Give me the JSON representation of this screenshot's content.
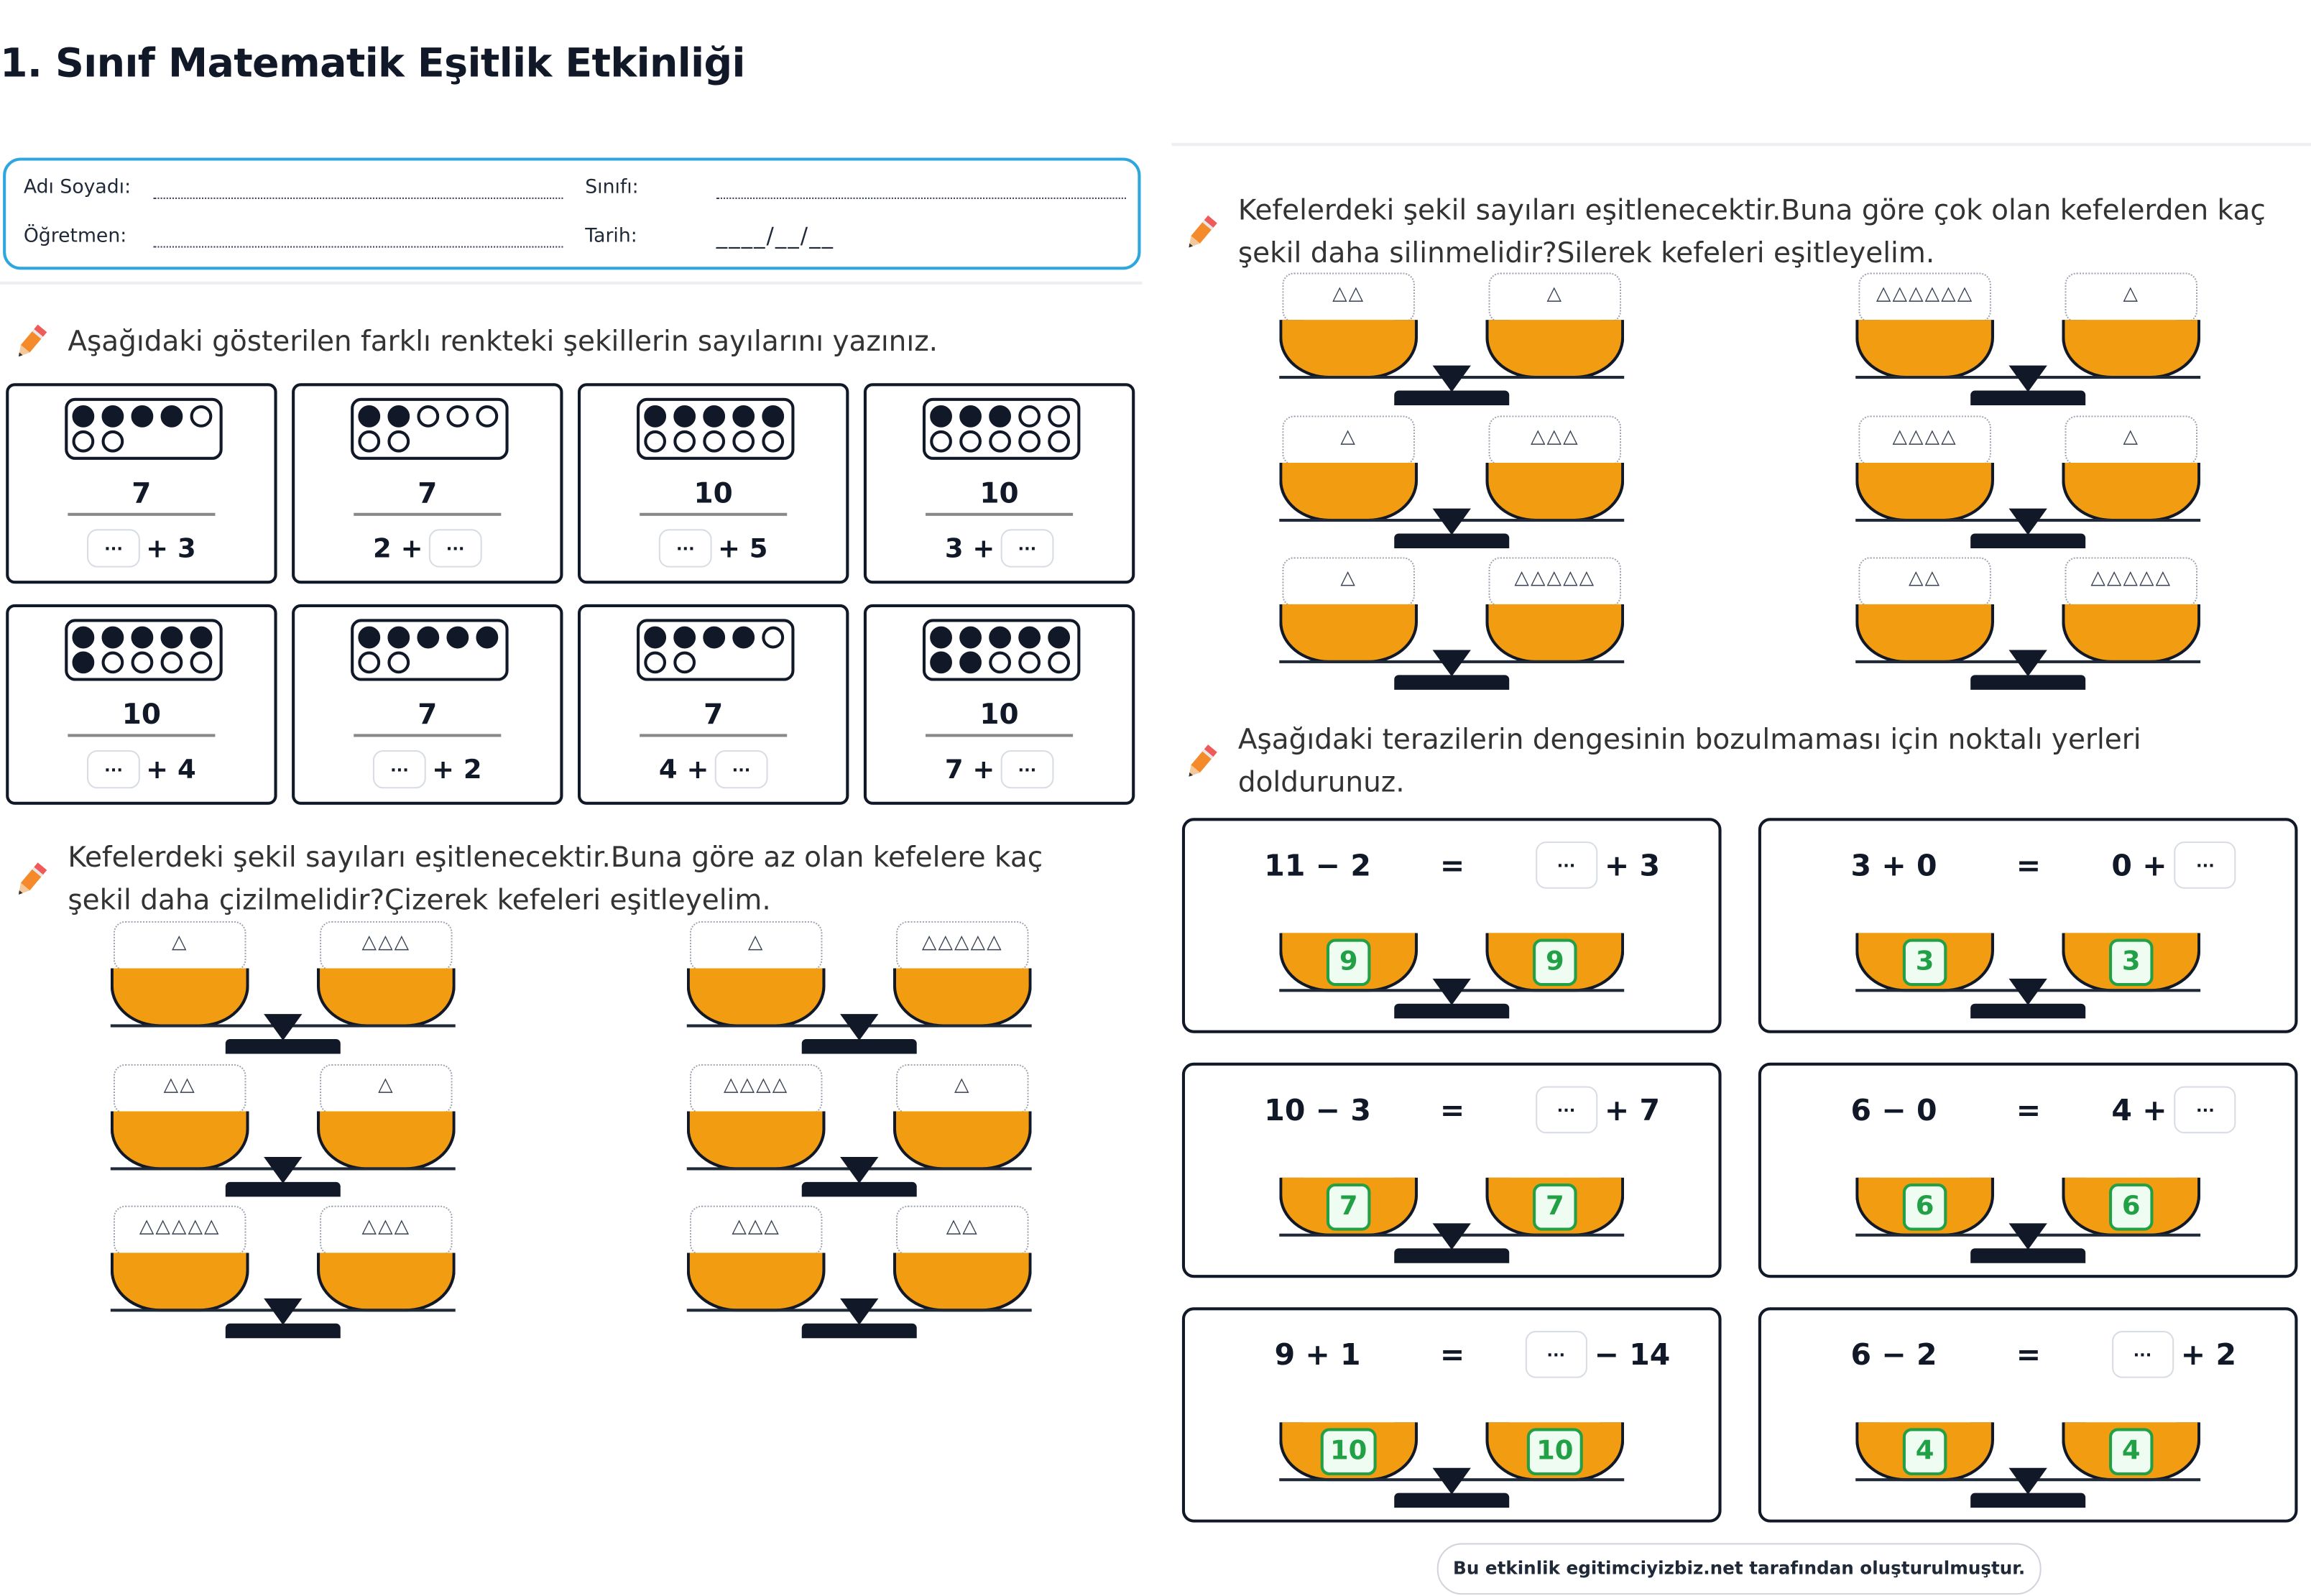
{
  "title": "1. Sınıf Matematik Eşitlik Etkinliği",
  "info": {
    "name_label": "Adı Soyadı:",
    "class_label": "Sınıfı:",
    "teacher_label": "Öğretmen:",
    "date_label": "Tarih:",
    "date_value": "____/__/__"
  },
  "blank_symbol": "···",
  "section1": {
    "heading": "Aşağıdaki gösterilen farklı renkteki şekillerin sayılarını yazınız.",
    "cards": [
      {
        "total": 7,
        "filled": 4,
        "number": "7",
        "expr": [
          "blank",
          "+ 3"
        ]
      },
      {
        "total": 7,
        "filled": 2,
        "number": "7",
        "expr": [
          "2 +",
          "blank"
        ]
      },
      {
        "total": 10,
        "filled": 5,
        "number": "10",
        "expr": [
          "blank",
          "+ 5"
        ]
      },
      {
        "total": 10,
        "filled": 3,
        "number": "10",
        "expr": [
          "3 +",
          "blank"
        ]
      },
      {
        "total": 10,
        "filled": 6,
        "number": "10",
        "expr": [
          "blank",
          "+ 4"
        ]
      },
      {
        "total": 7,
        "filled": 5,
        "number": "7",
        "expr": [
          "blank",
          "+ 2"
        ]
      },
      {
        "total": 7,
        "filled": 4,
        "number": "7",
        "expr": [
          "4 +",
          "blank"
        ]
      },
      {
        "total": 10,
        "filled": 7,
        "number": "10",
        "expr": [
          "7 +",
          "blank"
        ]
      }
    ]
  },
  "section2": {
    "heading_line1": "Kefelerdeki şekil sayıları eşitlenecektir.Buna göre az olan kefelere kaç",
    "heading_line2": "şekil daha çizilmelidir?Çizerek kefeleri eşitleyelim.",
    "scales": [
      {
        "left": "△",
        "right": "△△△"
      },
      {
        "left": "△",
        "right": "△△△△△"
      },
      {
        "left": "△△",
        "right": "△"
      },
      {
        "left": "△△△△",
        "right": "△"
      },
      {
        "left": "△△△△△",
        "right": "△△△"
      },
      {
        "left": "△△△",
        "right": "△△"
      }
    ]
  },
  "section3": {
    "heading_line1": "Kefelerdeki şekil sayıları eşitlenecektir.Buna göre çok olan kefelerden kaç",
    "heading_line2": "şekil daha silinmelidir?Silerek kefeleri eşitleyelim.",
    "scales": [
      {
        "left": "△△",
        "right": "△"
      },
      {
        "left": "△△△△△△",
        "right": "△"
      },
      {
        "left": "△",
        "right": "△△△"
      },
      {
        "left": "△△△△",
        "right": "△"
      },
      {
        "left": "△",
        "right": "△△△△△"
      },
      {
        "left": "△△",
        "right": "△△△△△"
      }
    ]
  },
  "section4": {
    "heading_line1": "Aşağıdaki terazilerin dengesinin bozulmaması için noktalı yerleri",
    "heading_line2": "doldurunuz.",
    "equals": "=",
    "cards": [
      {
        "left": "11 − 2",
        "right": [
          "blank",
          "+ 3"
        ],
        "value": "9"
      },
      {
        "left": "3 + 0",
        "right": [
          "0 +",
          "blank"
        ],
        "value": "3"
      },
      {
        "left": "10 − 3",
        "right": [
          "blank",
          "+ 7"
        ],
        "value": "7"
      },
      {
        "left": "6 − 0",
        "right": [
          "4 +",
          "blank"
        ],
        "value": "6"
      },
      {
        "left": "9 + 1",
        "right": [
          "blank",
          "− 14"
        ],
        "value": "10"
      },
      {
        "left": "6 − 2",
        "right": [
          "blank",
          "+ 2"
        ],
        "value": "4"
      }
    ]
  },
  "footer": "Bu etkinlik egitimciyizbiz.net tarafından oluşturulmuştur.",
  "colors": {
    "accent_blue": "#2ea6de",
    "bowl_orange": "#f29c11",
    "badge_green": "#22a045",
    "ink": "#111827"
  }
}
